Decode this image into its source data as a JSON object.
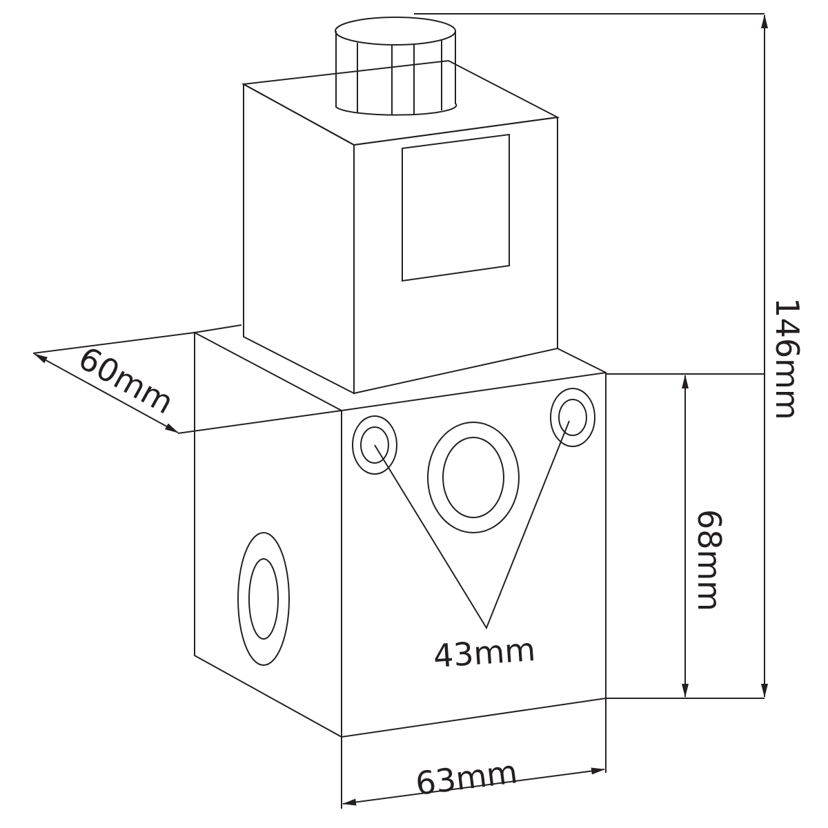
{
  "diagram": {
    "dimensions": {
      "depth": "60mm",
      "total_height": "146mm",
      "block_height": "68mm",
      "port_spacing": "43mm",
      "width": "63mm"
    },
    "colors": {
      "line": "#231f20",
      "background": "#ffffff"
    }
  }
}
